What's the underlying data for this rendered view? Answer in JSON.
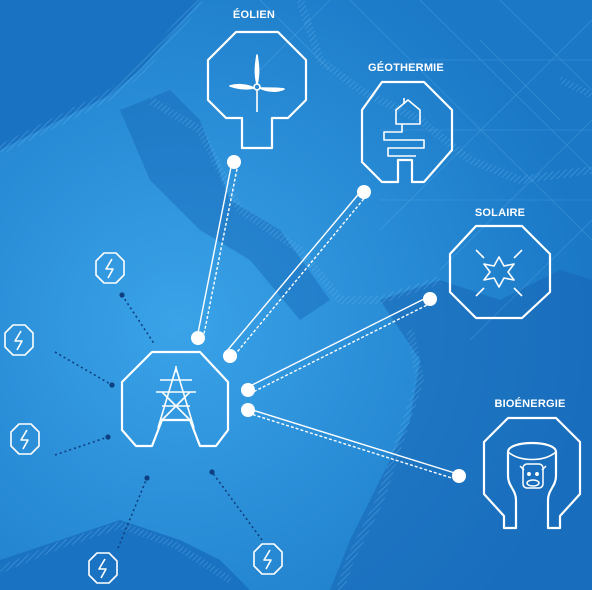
{
  "diagram": {
    "labels": {
      "eolien": "ÉOLIEN",
      "geothermie": "GÉOTHERMIE",
      "solaire": "SOLAIRE",
      "bioenergie": "BIOÉNERGIE"
    },
    "icons": {
      "center": "transmission-tower-icon",
      "eolien": "wind-turbine-icon",
      "geothermie": "geothermal-house-icon",
      "solaire": "sun-icon",
      "bioenergie": "cow-biogas-icon",
      "consumers": "lightning-bolt-icon"
    },
    "colors": {
      "background": "#1b7fd0",
      "background_dark": "#1565b4",
      "land": "#2e95de",
      "stroke": "#ffffff",
      "dotted_link": "#0e3f80"
    }
  }
}
